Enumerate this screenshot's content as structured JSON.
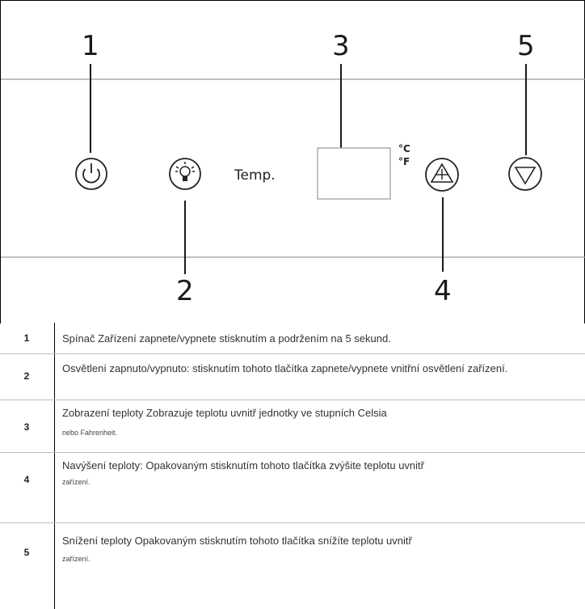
{
  "diagram": {
    "callouts": [
      "1",
      "2",
      "3",
      "4",
      "5"
    ],
    "temp_label": "Temp.",
    "unit_c": "°C",
    "unit_f": "°F",
    "icons": [
      "power-icon",
      "light-bulb-icon",
      "temperature-display",
      "temp-up-icon",
      "temp-down-icon"
    ]
  },
  "legend": [
    {
      "num": "1",
      "text": "Spínač Zařízení zapnete/vypnete stisknutím a podržením na 5 sekund.",
      "note": ""
    },
    {
      "num": "2",
      "text": "Osvětlení zapnuto/vypnuto: stisknutím tohoto tlačítka zapnete/vypnete vnitřní osvětlení zařízení.",
      "note": ""
    },
    {
      "num": "3",
      "text": "Zobrazení teploty Zobrazuje teplotu uvnitř jednotky ve stupních Celsia",
      "note": "nebo Fahrenheit."
    },
    {
      "num": "4",
      "text": "Navýšení teploty: Opakovaným stisknutím tohoto tlačítka zvýšite teplotu uvnitř",
      "note": "zařízení."
    },
    {
      "num": "5",
      "text": "Snížení teploty Opakovaným stisknutím tohoto tlačítka snížíte teplotu uvnitř",
      "note": "zařízení."
    }
  ]
}
